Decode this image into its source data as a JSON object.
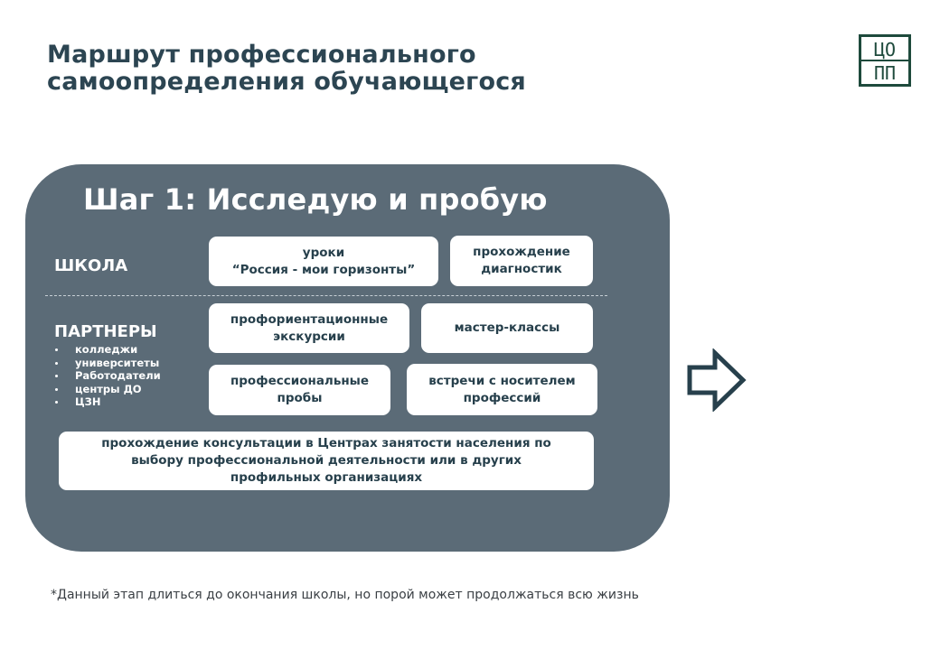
{
  "header": {
    "title_line1": "Маршрут профессионального",
    "title_line2": "самоопределения обучающегося",
    "logo_line1": "ЦО",
    "logo_line2": "ПП"
  },
  "step": {
    "title": "Шаг 1: Исследую и пробую",
    "school": {
      "label": "ШКОЛА",
      "boxes": [
        "уроки\n“Россия - мои горизонты”",
        "прохождение\nдиагностик"
      ]
    },
    "partners": {
      "label": "ПАРТНЕРЫ",
      "list": [
        "колледжи",
        "университеты",
        "Работодатели",
        "центры ДО",
        "ЦЗН"
      ],
      "boxes": [
        "профориентационные\nэкскурсии",
        "мастер-классы",
        "профессиональные\nпробы",
        "встречи с носителем\nпрофессий"
      ]
    },
    "consultation": "прохождение консультации в Центрах занятости населения по\nвыбору профессиональной деятельности или в других\nпрофильных организациях"
  },
  "footnote": "*Данный этап длиться до окончания школы, но порой может продолжаться всю жизнь",
  "colors": {
    "panel": "#5b6b77",
    "title": "#2c4552",
    "logo": "#1e4a3c"
  },
  "icons": {
    "next": "right-arrow-outline-icon"
  }
}
